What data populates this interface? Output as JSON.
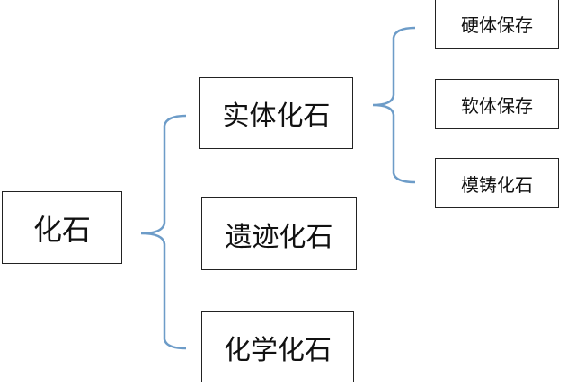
{
  "root": "化石",
  "level1": [
    "实体化石",
    "遗迹化石",
    "化学化石"
  ],
  "level2": [
    "硬体保存",
    "软体保存",
    "模铸化石"
  ],
  "colors": {
    "brace": "#6d9cc8",
    "border": "#222222"
  }
}
